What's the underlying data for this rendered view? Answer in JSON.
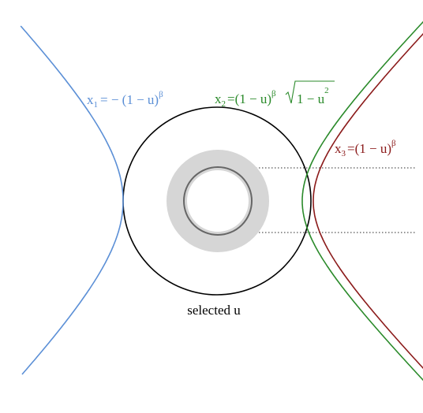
{
  "colors": {
    "x1": "#5b8fd6",
    "x2": "#2a8a2a",
    "x3": "#8b1a1a",
    "circle": "#000000",
    "annulus": "#d6d6d6",
    "inner_ring": "#666666",
    "dotted": "#555555",
    "text": "#000000"
  },
  "labels": {
    "x1": {
      "var": "x",
      "sub": "1",
      "rhs": "= − (1 − u)",
      "sup": "β"
    },
    "x2": {
      "var": "x",
      "sub": "2",
      "rhs": "=(1 − u)",
      "sup": "β",
      "sqrt": "1 − u",
      "sqrt_sup": "2"
    },
    "x3": {
      "var": "x",
      "sub": "3",
      "rhs": "=(1 − u)",
      "sup": "β"
    },
    "selected": "selected u"
  }
}
